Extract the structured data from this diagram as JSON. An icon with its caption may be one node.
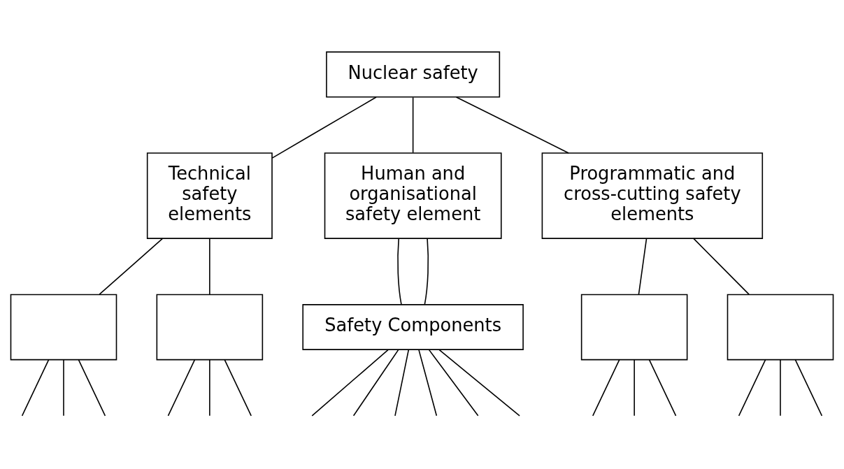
{
  "diagram": {
    "nodes": [
      {
        "text": [
          "Nuclear safety"
        ]
      },
      {
        "text": [
          "Technical safety elements"
        ]
      },
      {
        "text": [
          "Human and organisational safety element"
        ]
      },
      {
        "text": [
          "Programmatic and cross-cutting safety elements"
        ]
      },
      {
        "text": [],
        "shape": "box"
      },
      {
        "text": [],
        "shape": "box"
      },
      {
        "text": [
          "Safety Components"
        ]
      },
      {
        "text": [],
        "shape": "box"
      },
      {
        "text": [],
        "shape": "box"
      }
    ],
    "edges": [
      {
        "from": 0,
        "to": 1,
        "arrow": "none"
      },
      {
        "from": 0,
        "to": 2,
        "arrow": "none"
      },
      {
        "from": 0,
        "to": 3,
        "arrow": "none"
      },
      {
        "from": 1,
        "to": 4,
        "arrow": "none"
      },
      {
        "from": 1,
        "to": 5,
        "arrow": "none"
      },
      {
        "from": 2,
        "to": 6,
        "arrow": "none"
      },
      {
        "from": 2,
        "to": 6,
        "arrow": "none"
      },
      {
        "from": 3,
        "to": 7,
        "arrow": "none"
      },
      {
        "from": 3,
        "to": 8,
        "arrow": "none"
      },
      {
        "from": 4,
        "to": null,
        "arrow": "none"
      },
      {
        "from": 4,
        "to": null,
        "arrow": "none"
      },
      {
        "from": 4,
        "to": null,
        "arrow": "none"
      },
      {
        "from": 5,
        "to": null,
        "arrow": "none"
      },
      {
        "from": 5,
        "to": null,
        "arrow": "none"
      },
      {
        "from": 5,
        "to": null,
        "arrow": "none"
      },
      {
        "from": 6,
        "to": null,
        "arrow": "none"
      },
      {
        "from": 6,
        "to": null,
        "arrow": "none"
      },
      {
        "from": 6,
        "to": null,
        "arrow": "none"
      },
      {
        "from": 6,
        "to": null,
        "arrow": "none"
      },
      {
        "from": 6,
        "to": null,
        "arrow": "none"
      },
      {
        "from": 6,
        "to": null,
        "arrow": "none"
      },
      {
        "from": 7,
        "to": null,
        "arrow": "none"
      },
      {
        "from": 7,
        "to": null,
        "arrow": "none"
      },
      {
        "from": 7,
        "to": null,
        "arrow": "none"
      },
      {
        "from": 8,
        "to": null,
        "arrow": "none"
      },
      {
        "from": 8,
        "to": null,
        "arrow": "none"
      },
      {
        "from": 8,
        "to": null,
        "arrow": "none"
      }
    ]
  }
}
